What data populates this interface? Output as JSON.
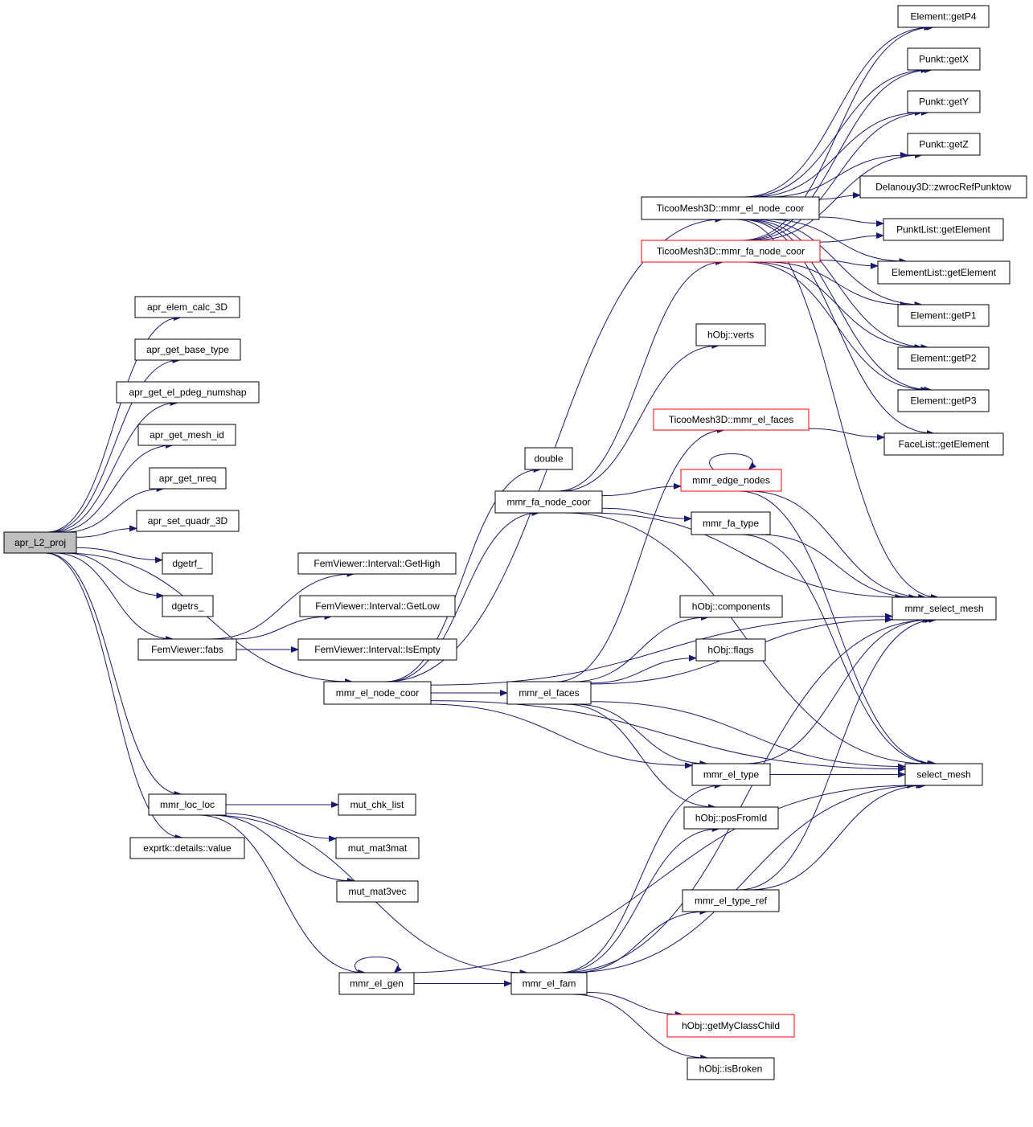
{
  "colors": {
    "edge": "#191970",
    "node_border": "#000000",
    "node_border_truncated": "#ff0000",
    "node_fill": "#ffffff",
    "root_fill": "#bfbfbf",
    "text": "#000000"
  },
  "nodes": [
    {
      "id": "apr_L2_proj",
      "label": "apr_L2_proj",
      "style": "root"
    },
    {
      "id": "apr_elem_calc_3D",
      "label": "apr_elem_calc_3D",
      "style": "normal"
    },
    {
      "id": "apr_get_base_type",
      "label": "apr_get_base_type",
      "style": "normal"
    },
    {
      "id": "apr_get_el_pdeg_numshap",
      "label": "apr_get_el_pdeg_numshap",
      "style": "normal"
    },
    {
      "id": "apr_get_mesh_id",
      "label": "apr_get_mesh_id",
      "style": "normal"
    },
    {
      "id": "apr_get_nreq",
      "label": "apr_get_nreq",
      "style": "normal"
    },
    {
      "id": "apr_set_quadr_3D",
      "label": "apr_set_quadr_3D",
      "style": "normal"
    },
    {
      "id": "dgetrf_",
      "label": "dgetrf_",
      "style": "normal"
    },
    {
      "id": "dgetrs_",
      "label": "dgetrs_",
      "style": "normal"
    },
    {
      "id": "FemViewer::fabs",
      "label": "FemViewer::fabs",
      "style": "normal"
    },
    {
      "id": "mmr_el_node_coor",
      "label": "mmr_el_node_coor",
      "style": "normal"
    },
    {
      "id": "mmr_loc_loc",
      "label": "mmr_loc_loc",
      "style": "normal"
    },
    {
      "id": "exprtk::details::value",
      "label": "exprtk::details::value",
      "style": "normal"
    },
    {
      "id": "FemViewer::Interval::GetHigh",
      "label": "FemViewer::Interval::GetHigh",
      "style": "normal"
    },
    {
      "id": "FemViewer::Interval::GetLow",
      "label": "FemViewer::Interval::GetLow",
      "style": "normal"
    },
    {
      "id": "FemViewer::Interval::IsEmpty",
      "label": "FemViewer::Interval::IsEmpty",
      "style": "normal"
    },
    {
      "id": "mut_chk_list",
      "label": "mut_chk_list",
      "style": "normal"
    },
    {
      "id": "mut_mat3mat",
      "label": "mut_mat3mat",
      "style": "normal"
    },
    {
      "id": "mut_mat3vec",
      "label": "mut_mat3vec",
      "style": "normal"
    },
    {
      "id": "mmr_el_gen",
      "label": "mmr_el_gen",
      "style": "normal"
    },
    {
      "id": "double",
      "label": "double",
      "style": "normal"
    },
    {
      "id": "mmr_fa_node_coor",
      "label": "mmr_fa_node_coor",
      "style": "normal"
    },
    {
      "id": "mmr_el_faces",
      "label": "mmr_el_faces",
      "style": "normal"
    },
    {
      "id": "mmr_el_fam",
      "label": "mmr_el_fam",
      "style": "normal"
    },
    {
      "id": "TicooMesh3D::mmr_el_node_coor",
      "label": "TicooMesh3D::mmr_el_node_coor",
      "style": "normal"
    },
    {
      "id": "TicooMesh3D::mmr_fa_node_coor",
      "label": "TicooMesh3D::mmr_fa_node_coor",
      "style": "truncated"
    },
    {
      "id": "hObj::verts",
      "label": "hObj::verts",
      "style": "normal"
    },
    {
      "id": "TicooMesh3D::mmr_el_faces",
      "label": "TicooMesh3D::mmr_el_faces",
      "style": "truncated"
    },
    {
      "id": "mmr_edge_nodes",
      "label": "mmr_edge_nodes",
      "style": "truncated"
    },
    {
      "id": "mmr_fa_type",
      "label": "mmr_fa_type",
      "style": "normal"
    },
    {
      "id": "hObj::components",
      "label": "hObj::components",
      "style": "normal"
    },
    {
      "id": "hObj::flags",
      "label": "hObj::flags",
      "style": "normal"
    },
    {
      "id": "mmr_el_type",
      "label": "mmr_el_type",
      "style": "normal"
    },
    {
      "id": "hObj::posFromId",
      "label": "hObj::posFromId",
      "style": "normal"
    },
    {
      "id": "mmr_el_type_ref",
      "label": "mmr_el_type_ref",
      "style": "normal"
    },
    {
      "id": "hObj::getMyClassChild",
      "label": "hObj::getMyClassChild",
      "style": "truncated"
    },
    {
      "id": "hObj::isBroken",
      "label": "hObj::isBroken",
      "style": "normal"
    },
    {
      "id": "Element::getP4",
      "label": "Element::getP4",
      "style": "normal"
    },
    {
      "id": "Punkt::getX",
      "label": "Punkt::getX",
      "style": "normal"
    },
    {
      "id": "Punkt::getY",
      "label": "Punkt::getY",
      "style": "normal"
    },
    {
      "id": "Punkt::getZ",
      "label": "Punkt::getZ",
      "style": "normal"
    },
    {
      "id": "Delanouy3D::zwrocRefPunktow",
      "label": "Delanouy3D::zwrocRefPunktow",
      "style": "normal"
    },
    {
      "id": "PunktList::getElement",
      "label": "PunktList::getElement",
      "style": "normal"
    },
    {
      "id": "ElementList::getElement",
      "label": "ElementList::getElement",
      "style": "normal"
    },
    {
      "id": "Element::getP1",
      "label": "Element::getP1",
      "style": "normal"
    },
    {
      "id": "Element::getP2",
      "label": "Element::getP2",
      "style": "normal"
    },
    {
      "id": "Element::getP3",
      "label": "Element::getP3",
      "style": "normal"
    },
    {
      "id": "FaceList::getElement",
      "label": "FaceList::getElement",
      "style": "normal"
    },
    {
      "id": "mmr_select_mesh",
      "label": "mmr_select_mesh",
      "style": "normal"
    },
    {
      "id": "select_mesh",
      "label": "select_mesh",
      "style": "normal"
    }
  ],
  "edges": [
    [
      "apr_L2_proj",
      "apr_elem_calc_3D"
    ],
    [
      "apr_L2_proj",
      "apr_get_base_type"
    ],
    [
      "apr_L2_proj",
      "apr_get_el_pdeg_numshap"
    ],
    [
      "apr_L2_proj",
      "apr_get_mesh_id"
    ],
    [
      "apr_L2_proj",
      "apr_get_nreq"
    ],
    [
      "apr_L2_proj",
      "apr_set_quadr_3D"
    ],
    [
      "apr_L2_proj",
      "dgetrf_"
    ],
    [
      "apr_L2_proj",
      "dgetrs_"
    ],
    [
      "apr_L2_proj",
      "FemViewer::fabs"
    ],
    [
      "apr_L2_proj",
      "mmr_el_node_coor"
    ],
    [
      "apr_L2_proj",
      "mmr_loc_loc"
    ],
    [
      "apr_L2_proj",
      "exprtk::details::value"
    ],
    [
      "FemViewer::fabs",
      "FemViewer::Interval::GetHigh"
    ],
    [
      "FemViewer::fabs",
      "FemViewer::Interval::GetLow"
    ],
    [
      "FemViewer::fabs",
      "FemViewer::Interval::IsEmpty"
    ],
    [
      "mmr_el_node_coor",
      "double"
    ],
    [
      "mmr_el_node_coor",
      "mmr_fa_node_coor"
    ],
    [
      "mmr_el_node_coor",
      "TicooMesh3D::mmr_el_node_coor"
    ],
    [
      "mmr_el_node_coor",
      "mmr_el_faces"
    ],
    [
      "mmr_el_node_coor",
      "mmr_el_type"
    ],
    [
      "mmr_el_node_coor",
      "mmr_select_mesh"
    ],
    [
      "mmr_el_node_coor",
      "select_mesh"
    ],
    [
      "mmr_loc_loc",
      "mut_chk_list"
    ],
    [
      "mmr_loc_loc",
      "mut_mat3mat"
    ],
    [
      "mmr_loc_loc",
      "mut_mat3vec"
    ],
    [
      "mmr_loc_loc",
      "mmr_el_gen"
    ],
    [
      "mmr_loc_loc",
      "mmr_el_fam"
    ],
    [
      "mmr_el_gen",
      "mmr_el_gen"
    ],
    [
      "mmr_el_gen",
      "mmr_el_fam"
    ],
    [
      "mmr_el_gen",
      "select_mesh"
    ],
    [
      "mmr_fa_node_coor",
      "TicooMesh3D::mmr_fa_node_coor"
    ],
    [
      "mmr_fa_node_coor",
      "hObj::verts"
    ],
    [
      "mmr_fa_node_coor",
      "mmr_edge_nodes"
    ],
    [
      "mmr_fa_node_coor",
      "mmr_fa_type"
    ],
    [
      "mmr_fa_node_coor",
      "mmr_select_mesh"
    ],
    [
      "mmr_fa_node_coor",
      "select_mesh"
    ],
    [
      "mmr_el_faces",
      "TicooMesh3D::mmr_el_faces"
    ],
    [
      "mmr_el_faces",
      "hObj::components"
    ],
    [
      "mmr_el_faces",
      "hObj::flags"
    ],
    [
      "mmr_el_faces",
      "mmr_el_type"
    ],
    [
      "mmr_el_faces",
      "hObj::posFromId"
    ],
    [
      "mmr_el_faces",
      "mmr_select_mesh"
    ],
    [
      "mmr_el_faces",
      "select_mesh"
    ],
    [
      "mmr_el_fam",
      "mmr_el_type"
    ],
    [
      "mmr_el_fam",
      "hObj::posFromId"
    ],
    [
      "mmr_el_fam",
      "mmr_el_type_ref"
    ],
    [
      "mmr_el_fam",
      "hObj::getMyClassChild"
    ],
    [
      "mmr_el_fam",
      "hObj::isBroken"
    ],
    [
      "mmr_el_fam",
      "mmr_select_mesh"
    ],
    [
      "mmr_el_fam",
      "select_mesh"
    ],
    [
      "mmr_edge_nodes",
      "mmr_edge_nodes"
    ],
    [
      "mmr_edge_nodes",
      "mmr_select_mesh"
    ],
    [
      "mmr_edge_nodes",
      "select_mesh"
    ],
    [
      "mmr_fa_type",
      "mmr_select_mesh"
    ],
    [
      "mmr_fa_type",
      "select_mesh"
    ],
    [
      "mmr_el_type",
      "mmr_select_mesh"
    ],
    [
      "mmr_el_type",
      "select_mesh"
    ],
    [
      "mmr_el_type_ref",
      "mmr_select_mesh"
    ],
    [
      "mmr_el_type_ref",
      "select_mesh"
    ],
    [
      "TicooMesh3D::mmr_el_node_coor",
      "Element::getP4"
    ],
    [
      "TicooMesh3D::mmr_el_node_coor",
      "Punkt::getX"
    ],
    [
      "TicooMesh3D::mmr_el_node_coor",
      "Punkt::getY"
    ],
    [
      "TicooMesh3D::mmr_el_node_coor",
      "Punkt::getZ"
    ],
    [
      "TicooMesh3D::mmr_el_node_coor",
      "Delanouy3D::zwrocRefPunktow"
    ],
    [
      "TicooMesh3D::mmr_el_node_coor",
      "PunktList::getElement"
    ],
    [
      "TicooMesh3D::mmr_el_node_coor",
      "ElementList::getElement"
    ],
    [
      "TicooMesh3D::mmr_el_node_coor",
      "Element::getP1"
    ],
    [
      "TicooMesh3D::mmr_el_node_coor",
      "Element::getP2"
    ],
    [
      "TicooMesh3D::mmr_el_node_coor",
      "Element::getP3"
    ],
    [
      "TicooMesh3D::mmr_el_node_coor",
      "FaceList::getElement"
    ],
    [
      "TicooMesh3D::mmr_el_node_coor",
      "mmr_select_mesh"
    ],
    [
      "TicooMesh3D::mmr_fa_node_coor",
      "Element::getP4"
    ],
    [
      "TicooMesh3D::mmr_fa_node_coor",
      "Punkt::getX"
    ],
    [
      "TicooMesh3D::mmr_fa_node_coor",
      "Punkt::getY"
    ],
    [
      "TicooMesh3D::mmr_fa_node_coor",
      "Punkt::getZ"
    ],
    [
      "TicooMesh3D::mmr_fa_node_coor",
      "PunktList::getElement"
    ],
    [
      "TicooMesh3D::mmr_fa_node_coor",
      "ElementList::getElement"
    ],
    [
      "TicooMesh3D::mmr_fa_node_coor",
      "Element::getP1"
    ],
    [
      "TicooMesh3D::mmr_fa_node_coor",
      "Element::getP2"
    ],
    [
      "TicooMesh3D::mmr_fa_node_coor",
      "Element::getP3"
    ],
    [
      "TicooMesh3D::mmr_el_faces",
      "FaceList::getElement"
    ]
  ]
}
